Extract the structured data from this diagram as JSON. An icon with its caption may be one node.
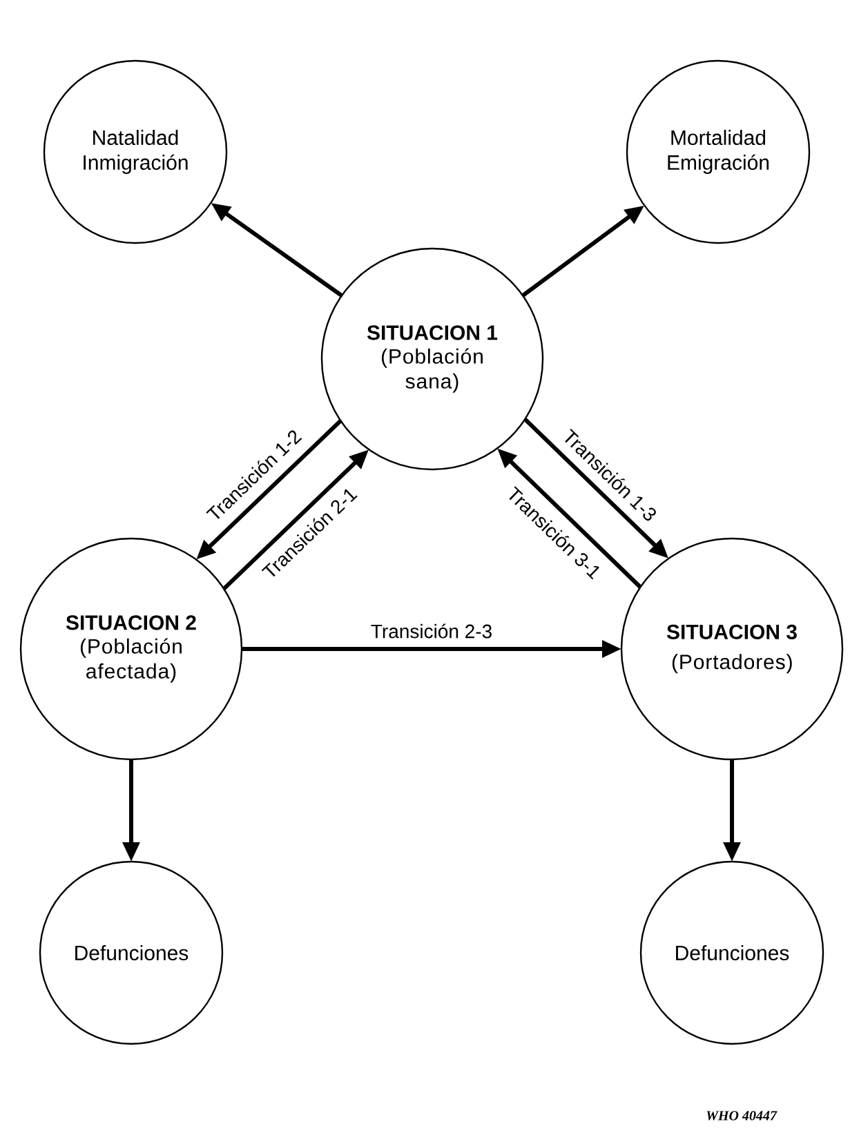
{
  "diagram": {
    "nodes": [
      {
        "text": [
          "Natalidad Inmigración"
        ]
      },
      {
        "text": [
          "Mortalidad Emigración"
        ]
      },
      {
        "text": [
          "SITUACION 1",
          "(Población sana)"
        ]
      },
      {
        "text": [
          "SITUACION 2",
          "(Población afectada)"
        ]
      },
      {
        "text": [
          "SITUACION 3",
          "(Portadores)"
        ]
      },
      {
        "text": [
          "Defunciones"
        ]
      },
      {
        "text": [
          "Defunciones"
        ]
      }
    ],
    "edges": [
      {
        "from": 2,
        "to": 0,
        "arrow": "to"
      },
      {
        "from": 2,
        "to": 1,
        "arrow": "to"
      },
      {
        "from": 2,
        "to": 3,
        "arrow": "to",
        "label": "Transición 1-2"
      },
      {
        "from": 3,
        "to": 2,
        "arrow": "to",
        "label": "Transición 2-1"
      },
      {
        "from": 2,
        "to": 4,
        "arrow": "to",
        "label": "Transición 1-3"
      },
      {
        "from": 4,
        "to": 2,
        "arrow": "to",
        "label": "Transición 3-1"
      },
      {
        "from": 3,
        "to": 4,
        "arrow": "to",
        "label": "Transición 2-3"
      },
      {
        "from": 3,
        "to": 5,
        "arrow": "to"
      },
      {
        "from": 4,
        "to": 6,
        "arrow": "to"
      }
    ],
    "labels": [
      "WHO 40447"
    ]
  }
}
